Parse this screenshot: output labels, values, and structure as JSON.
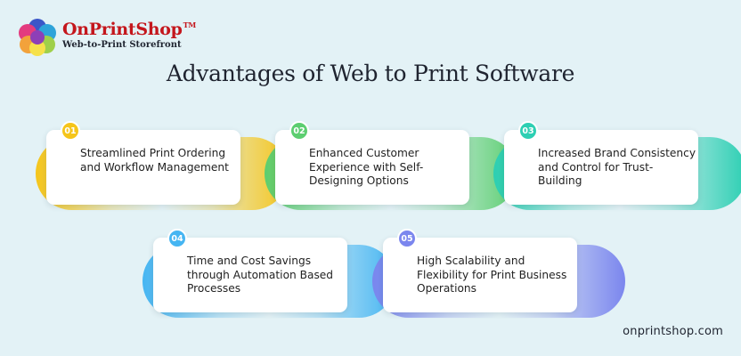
{
  "brand": {
    "name": "OnPrintShop",
    "trademark": "TM",
    "tagline": "Web-to-Print Storefront",
    "colors": {
      "name": "#c4161c",
      "background": "#e3f2f6"
    }
  },
  "title": "Advantages of Web to Print Software",
  "cards": [
    {
      "number": "01",
      "text": "Streamlined Print Ordering and Workflow Management",
      "accent": "#f5c51a"
    },
    {
      "number": "02",
      "text": "Enhanced Customer Experience with Self-Designing Options",
      "accent": "#5cce70"
    },
    {
      "number": "03",
      "text": "Increased Brand Consistency and Control for Trust-Building",
      "accent": "#2dcfb3"
    },
    {
      "number": "04",
      "text": "Time and Cost Savings through Automation Based Processes",
      "accent": "#45b5f2"
    },
    {
      "number": "05",
      "text": "High Scalability and Flexibility for Print Business Operations",
      "accent": "#7b86ee"
    }
  ],
  "footer": {
    "website": "onprintshop.com"
  }
}
